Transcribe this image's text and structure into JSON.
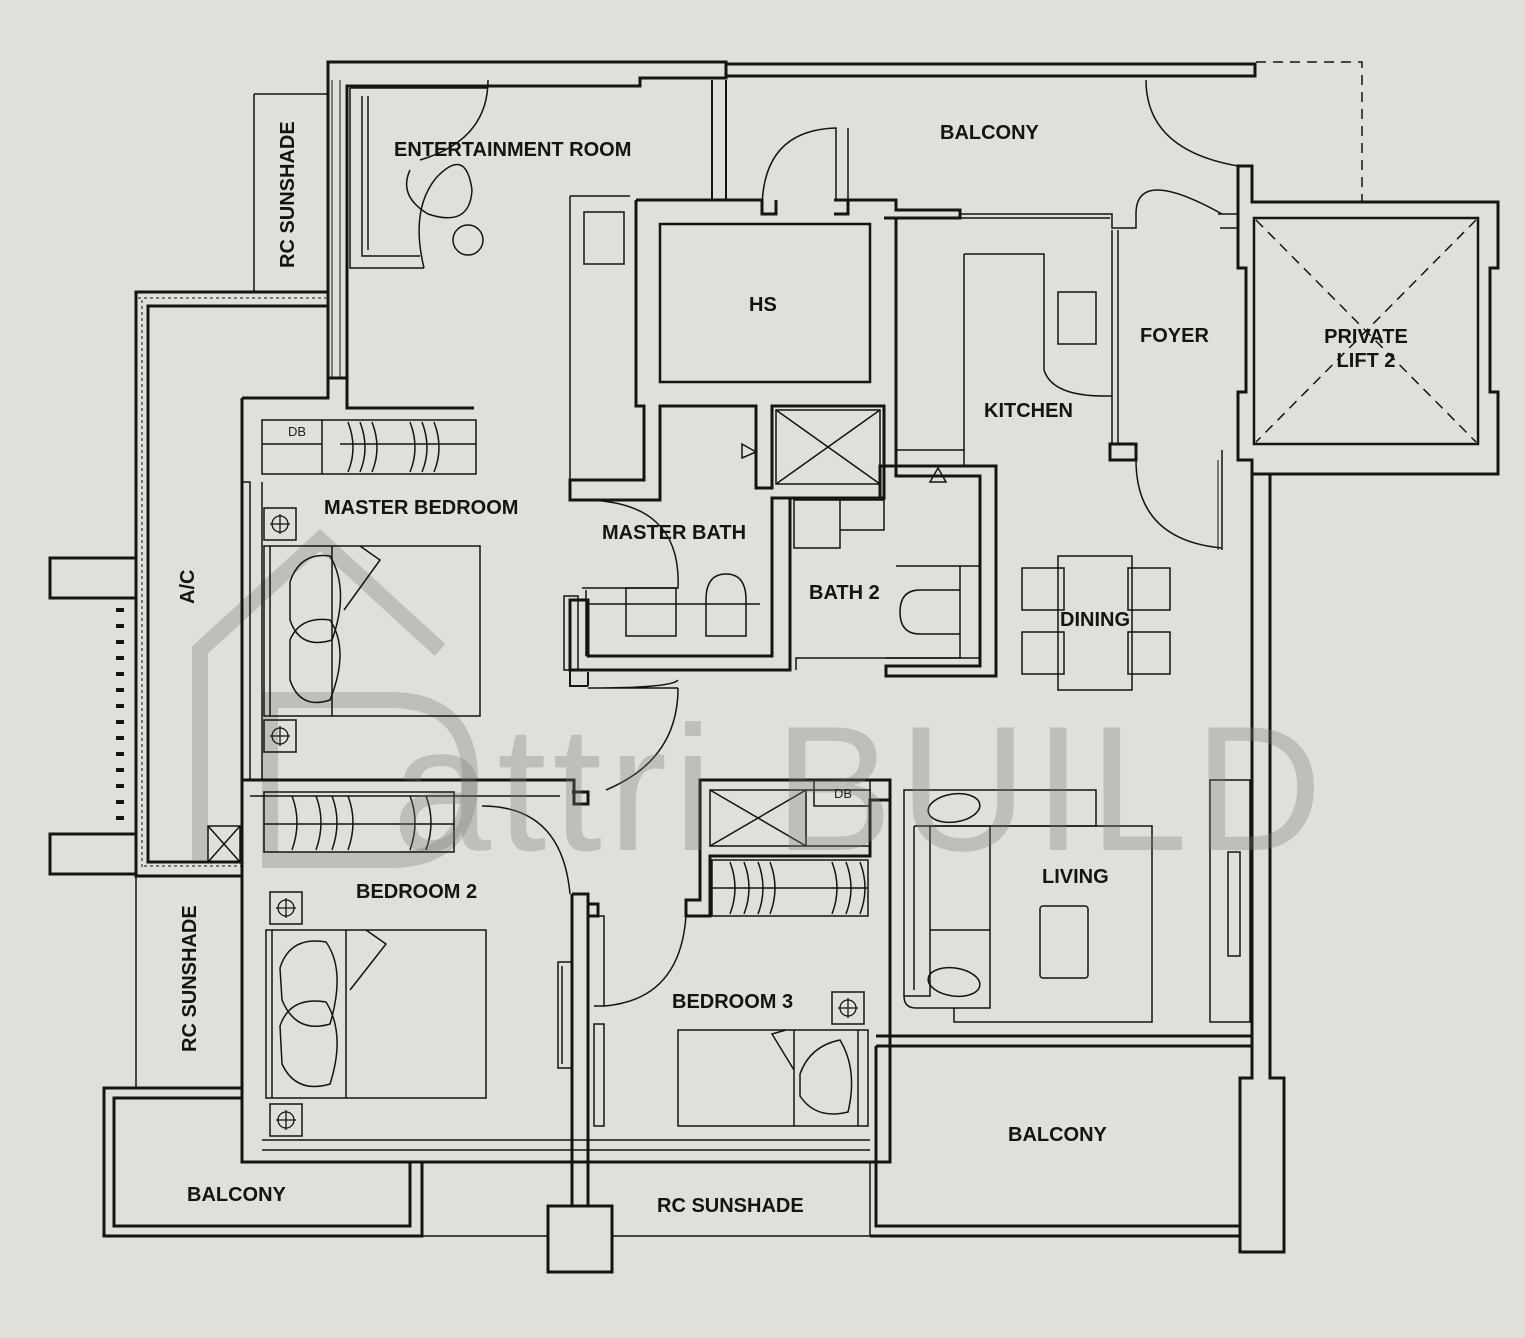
{
  "rooms": {
    "entertainment": "ENTERTAINMENT ROOM",
    "balcony_top": "BALCONY",
    "hs": "HS",
    "foyer": "FOYER",
    "private_lift_line1": "PRIVATE",
    "private_lift_line2": "LIFT 2",
    "kitchen": "KITCHEN",
    "master_bedroom": "MASTER BEDROOM",
    "master_bath": "MASTER BATH",
    "bath2": "BATH 2",
    "dining": "DINING",
    "living": "LIVING",
    "bedroom2": "BEDROOM 2",
    "bedroom3": "BEDROOM 3",
    "balcony_right": "BALCONY",
    "balcony_left": "BALCONY",
    "rc_sunshade_bottom": "RC SUNSHADE",
    "rc_sunshade_top": "RC SUNSHADE",
    "rc_sunshade_left": "RC SUNSHADE",
    "ac": "A/C",
    "db_master": "DB",
    "db_bedroom3": "DB"
  },
  "watermark": {
    "text": "attri BUILD"
  },
  "colors": {
    "background": "#e1dfd9",
    "wall": "#141414",
    "watermark": "#8a8a8a"
  }
}
